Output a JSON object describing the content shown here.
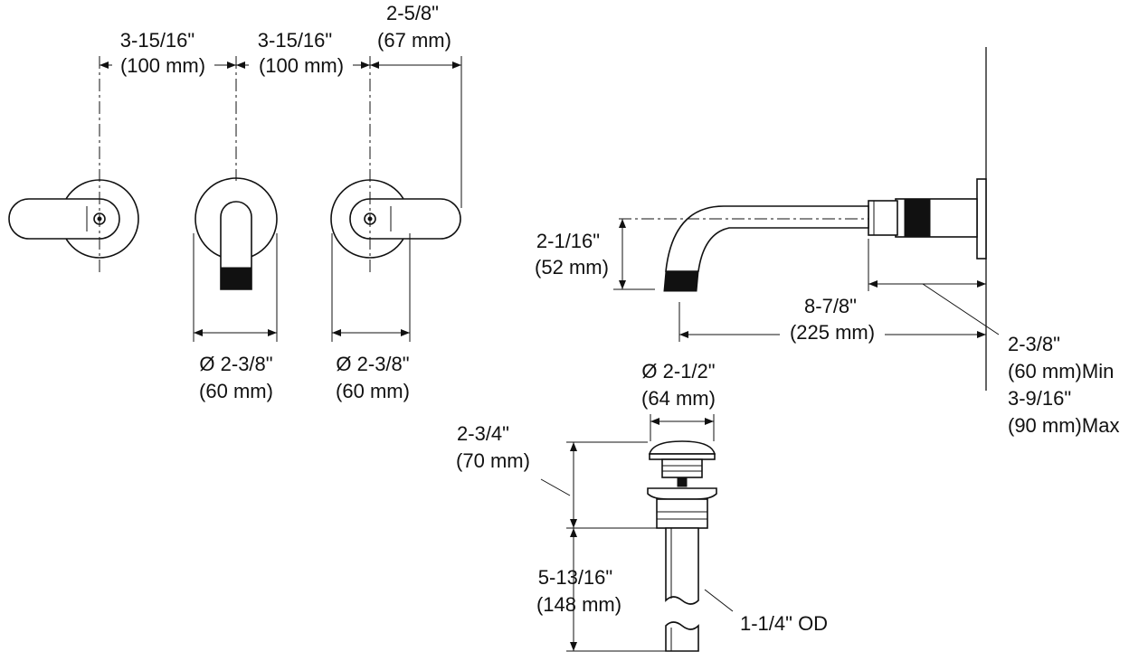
{
  "dimensions": {
    "spacing_left_in": "3-15/16\"",
    "spacing_left_mm": "(100 mm)",
    "spacing_right_in": "3-15/16\"",
    "spacing_right_mm": "(100 mm)",
    "handle_reach_in": "2-5/8\"",
    "handle_reach_mm": "(67 mm)",
    "spout_escutcheon_in": "Ø 2-3/8\"",
    "spout_escutcheon_mm": "(60 mm)",
    "handle_escutcheon_in": "Ø 2-3/8\"",
    "handle_escutcheon_mm": "(60 mm)",
    "spout_height_in": "2-1/16\"",
    "spout_height_mm": "(52 mm)",
    "spout_reach_in": "8-7/8\"",
    "spout_reach_mm": "(225 mm)",
    "wall_min_in": "2-3/8\"",
    "wall_min_mm": "(60 mm)Min",
    "wall_max_in": "3-9/16\"",
    "wall_max_mm": "(90 mm)Max",
    "drain_cap_in": "Ø 2-1/2\"",
    "drain_cap_mm": "(64 mm)",
    "drain_top_in": "2-3/4\"",
    "drain_top_mm": "(70 mm)",
    "drain_tail_in": "5-13/16\"",
    "drain_tail_mm": "(148 mm)",
    "tailpiece_od": "1-1/4\" OD"
  }
}
